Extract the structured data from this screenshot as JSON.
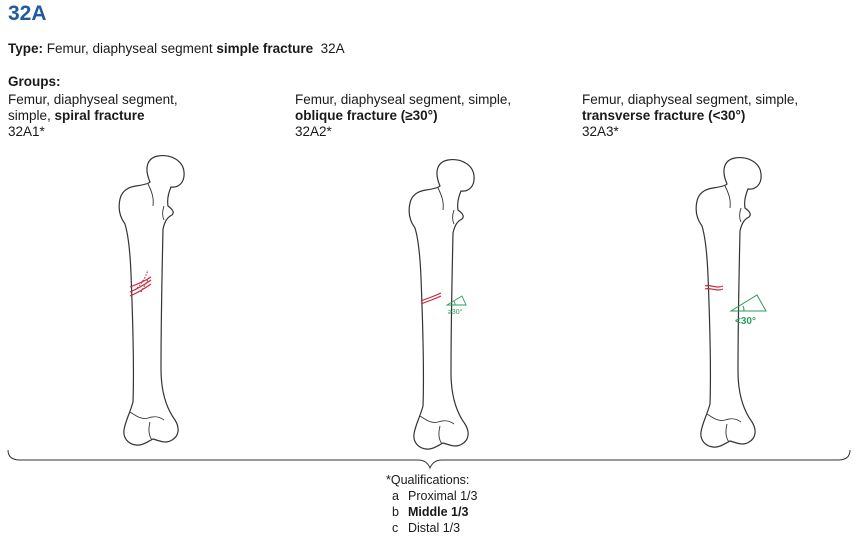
{
  "title": "32A",
  "type_line": {
    "label": "Type:",
    "text": " Femur, diaphyseal segment ",
    "bold": "simple fracture",
    "code": "  32A"
  },
  "groups_label": "Groups:",
  "groups": [
    {
      "line1": "Femur, diaphyseal segment,",
      "line2_prefix": "simple, ",
      "line2_bold": "spiral fracture",
      "code": "32A1*"
    },
    {
      "line1": "Femur, diaphyseal segment, simple,",
      "line2_prefix": "",
      "line2_bold": "oblique fracture (≥30°)",
      "code": "32A2*"
    },
    {
      "line1": "Femur, diaphyseal segment, simple,",
      "line2_prefix": "",
      "line2_bold": "transverse fracture (<30°)",
      "code": "32A3*"
    }
  ],
  "angle_labels": {
    "oblique": "≥30°",
    "transverse": "<30°"
  },
  "qualifications": {
    "title": "*Qualifications:",
    "items": [
      {
        "letter": "a",
        "label": "Proximal 1/3"
      },
      {
        "letter": "b",
        "label": "Middle 1/3"
      },
      {
        "letter": "c",
        "label": "Distal 1/3"
      }
    ]
  },
  "colors": {
    "title_blue": "#1f5b9e",
    "fracture_red": "#c8283c",
    "angle_green": "#2e9b5e",
    "bone_outline": "#333333"
  }
}
